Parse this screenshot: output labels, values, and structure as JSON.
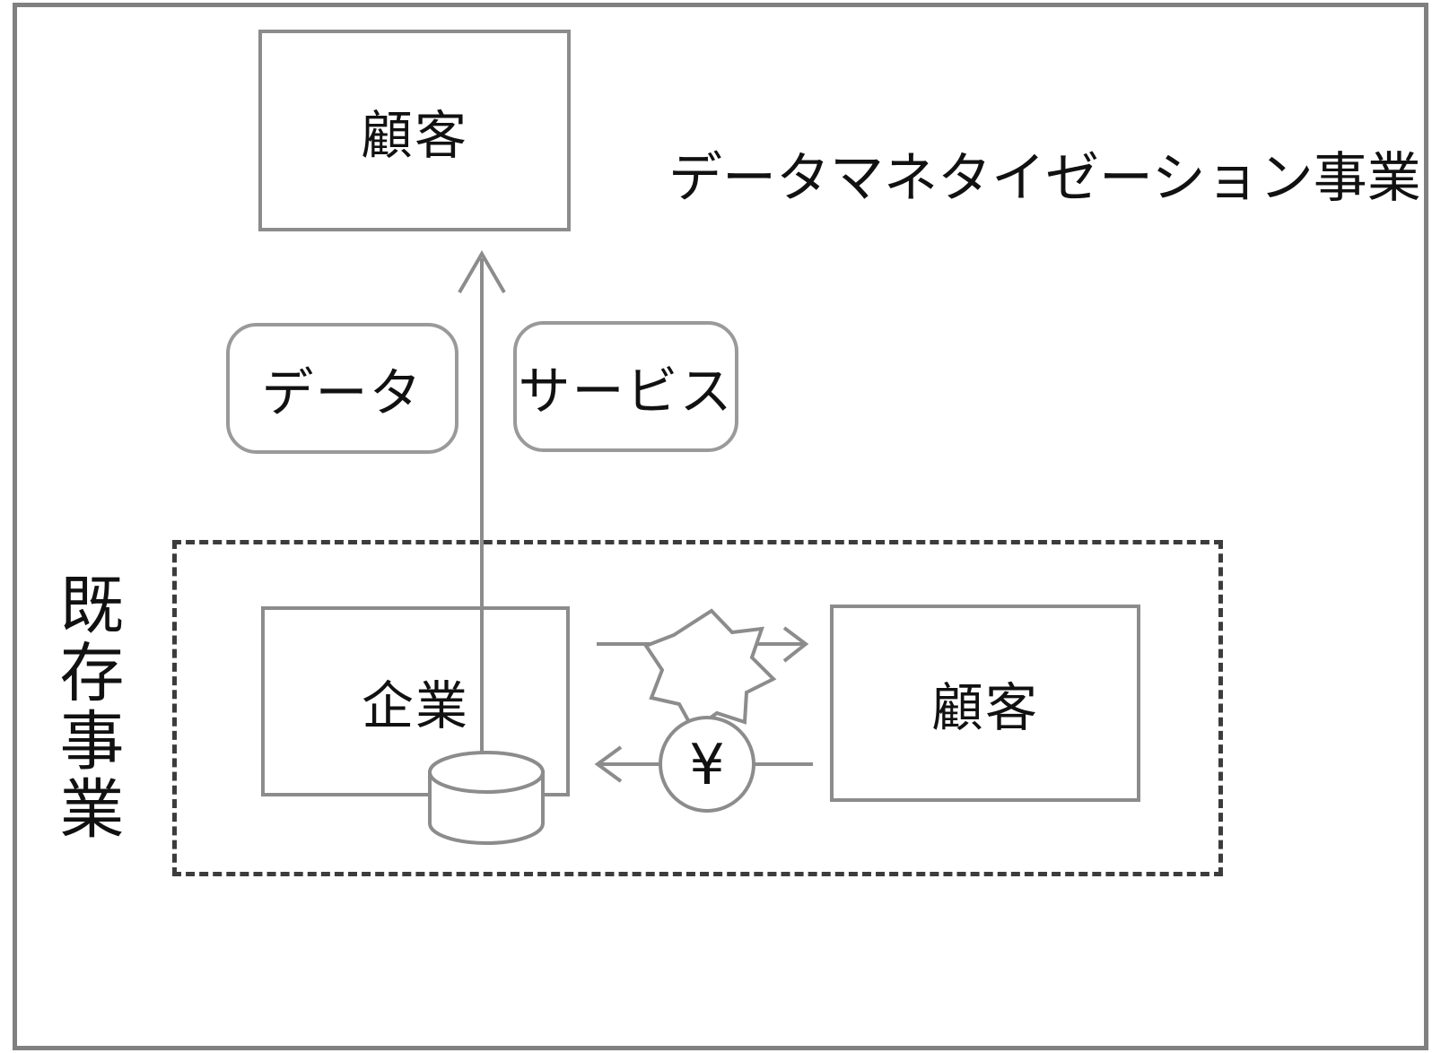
{
  "diagram": {
    "title": "データマネタイゼーション事業",
    "existing_business_label": "既存事業",
    "nodes": {
      "customer_top": "顧客",
      "data_box": "データ",
      "service_box": "サービス",
      "company": "企業",
      "customer_bottom": "顧客"
    },
    "icons": {
      "database": "database-cylinder-icon",
      "value_burst": "eight-point-star-icon",
      "money": "¥",
      "money_icon_name": "yen-circle-icon",
      "arrow_up": "arrow-up-icon",
      "arrow_right": "arrow-right-icon",
      "arrow_left": "arrow-left-icon"
    },
    "colors": {
      "frame": "#808080",
      "shape_stroke": "#8c8c8c",
      "rounded_stroke": "#9a9a9a",
      "dashed_stroke": "#3c3c3c",
      "text": "#111111",
      "background": "#ffffff"
    }
  }
}
